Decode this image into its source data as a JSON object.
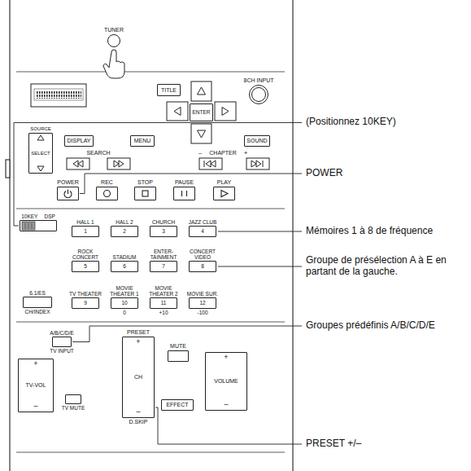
{
  "diagram": {
    "nodes": [
      {
        "text": [
          "TUNER"
        ]
      },
      {
        "text": [
          "8CH INPUT"
        ]
      },
      {
        "text": [
          "TITLE"
        ]
      },
      {
        "text": [
          "ENTER"
        ]
      },
      {
        "text": [
          "SOURCE",
          "SELECT"
        ]
      },
      {
        "text": [
          "DISPLAY"
        ]
      },
      {
        "text": [
          "MENU"
        ]
      },
      {
        "text": [
          "SOUND"
        ]
      },
      {
        "text": [
          "POWER"
        ]
      },
      {
        "text": [
          "REC"
        ]
      },
      {
        "text": [
          "STOP"
        ]
      },
      {
        "text": [
          "PAUSE"
        ]
      },
      {
        "text": [
          "PLAY"
        ]
      },
      {
        "text": [
          "10KEY",
          "DSP"
        ]
      },
      {
        "text": [
          "HALL 1",
          "1"
        ]
      },
      {
        "text": [
          "HALL 2",
          "2"
        ]
      },
      {
        "text": [
          "CHURCH",
          "3"
        ]
      },
      {
        "text": [
          "JAZZ CLUB",
          "4"
        ]
      },
      {
        "text": [
          "ROCK CONCERT",
          "5"
        ]
      },
      {
        "text": [
          "STADIUM",
          "6"
        ]
      },
      {
        "text": [
          "ENTER- TAINMENT",
          "7"
        ]
      },
      {
        "text": [
          "CONCERT VIDEO",
          "8"
        ]
      },
      {
        "text": [
          "6.1/ES",
          "CH/INDEX"
        ]
      },
      {
        "text": [
          "TV THEATER",
          "9"
        ]
      },
      {
        "text": [
          "MOVIE THEATER 1",
          "10",
          "0"
        ]
      },
      {
        "text": [
          "MOVIE THEATER 2",
          "11",
          "+10"
        ]
      },
      {
        "text": [
          "MOVIE SUR.",
          "12",
          "-100"
        ]
      },
      {
        "text": [
          "A/B/C/D/E",
          "TV INPUT"
        ]
      },
      {
        "text": [
          "+",
          "TV-VOL",
          "–"
        ]
      },
      {
        "text": [
          "TV MUTE"
        ]
      },
      {
        "text": [
          "PRESET",
          "+",
          "CH",
          "–",
          "D.SKIP"
        ]
      },
      {
        "text": [
          "MUTE"
        ]
      },
      {
        "text": [
          "EFFECT"
        ]
      },
      {
        "text": [
          "+",
          "VOLUME",
          "–"
        ]
      }
    ],
    "labels": [
      "SEARCH",
      "–",
      "CHAPTER",
      "+",
      "(Positionnez 10KEY)",
      "POWER",
      "Mémoires 1 à 8 de fréquence",
      "Groupe de présélection A à E en partant de la gauche.",
      "Groupes prédéfinis A/B/C/D/E",
      "PRESET +/–"
    ]
  }
}
